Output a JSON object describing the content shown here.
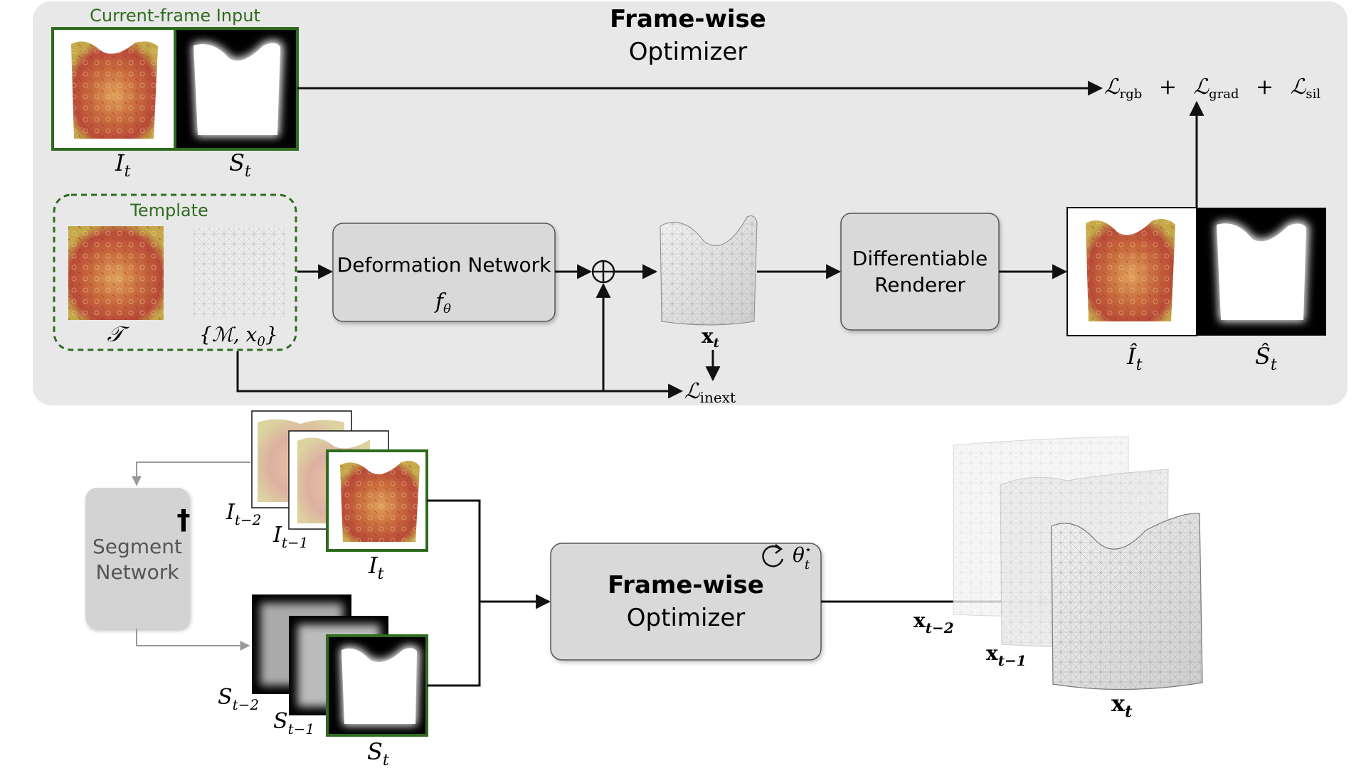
{
  "top_panel": {
    "title_line1": "Frame-wise",
    "title_line2": "Optimizer",
    "current_frame_label": "Current-frame Input",
    "template_label": "Template",
    "img_label": "I",
    "sil_label": "S",
    "sub_t": "t",
    "template_T": "𝒯",
    "mesh_set": "{ℳ, x",
    "mesh_set_sub": "0",
    "mesh_set_close": "}",
    "deformation_label": "Deformation Network",
    "deformation_symbol": "f",
    "deformation_sub": "θ",
    "renderer_line1": "Differentiable",
    "renderer_line2": "Renderer",
    "xt_label": "x",
    "pred_img": "Î",
    "pred_sil": "Ŝ",
    "loss_L": "ℒ",
    "loss_rgb": "rgb",
    "loss_grad": "grad",
    "loss_sil": "sil",
    "loss_inext": "inext",
    "plus": "+",
    "oplus": "⊕"
  },
  "bottom": {
    "segment_line1": "Segment",
    "segment_line2": "Network",
    "dagger": "†",
    "I_t2": "t−2",
    "I_t1": "t−1",
    "optimizer_line1": "Frame-wise",
    "optimizer_line2": "Optimizer",
    "theta": "θ",
    "theta_sup": "⋆",
    "x_t2": "t−2",
    "x_t1": "t−1"
  },
  "colors": {
    "panel_bg": "#e8e8e8",
    "green": "#2e6b1f",
    "box_fill": "#d9d9d9",
    "segment_fill": "#d3d3d3",
    "cloth_red": "#c0503a",
    "cloth_orange": "#d98a3a",
    "cloth_yellow": "#c6b04a"
  }
}
